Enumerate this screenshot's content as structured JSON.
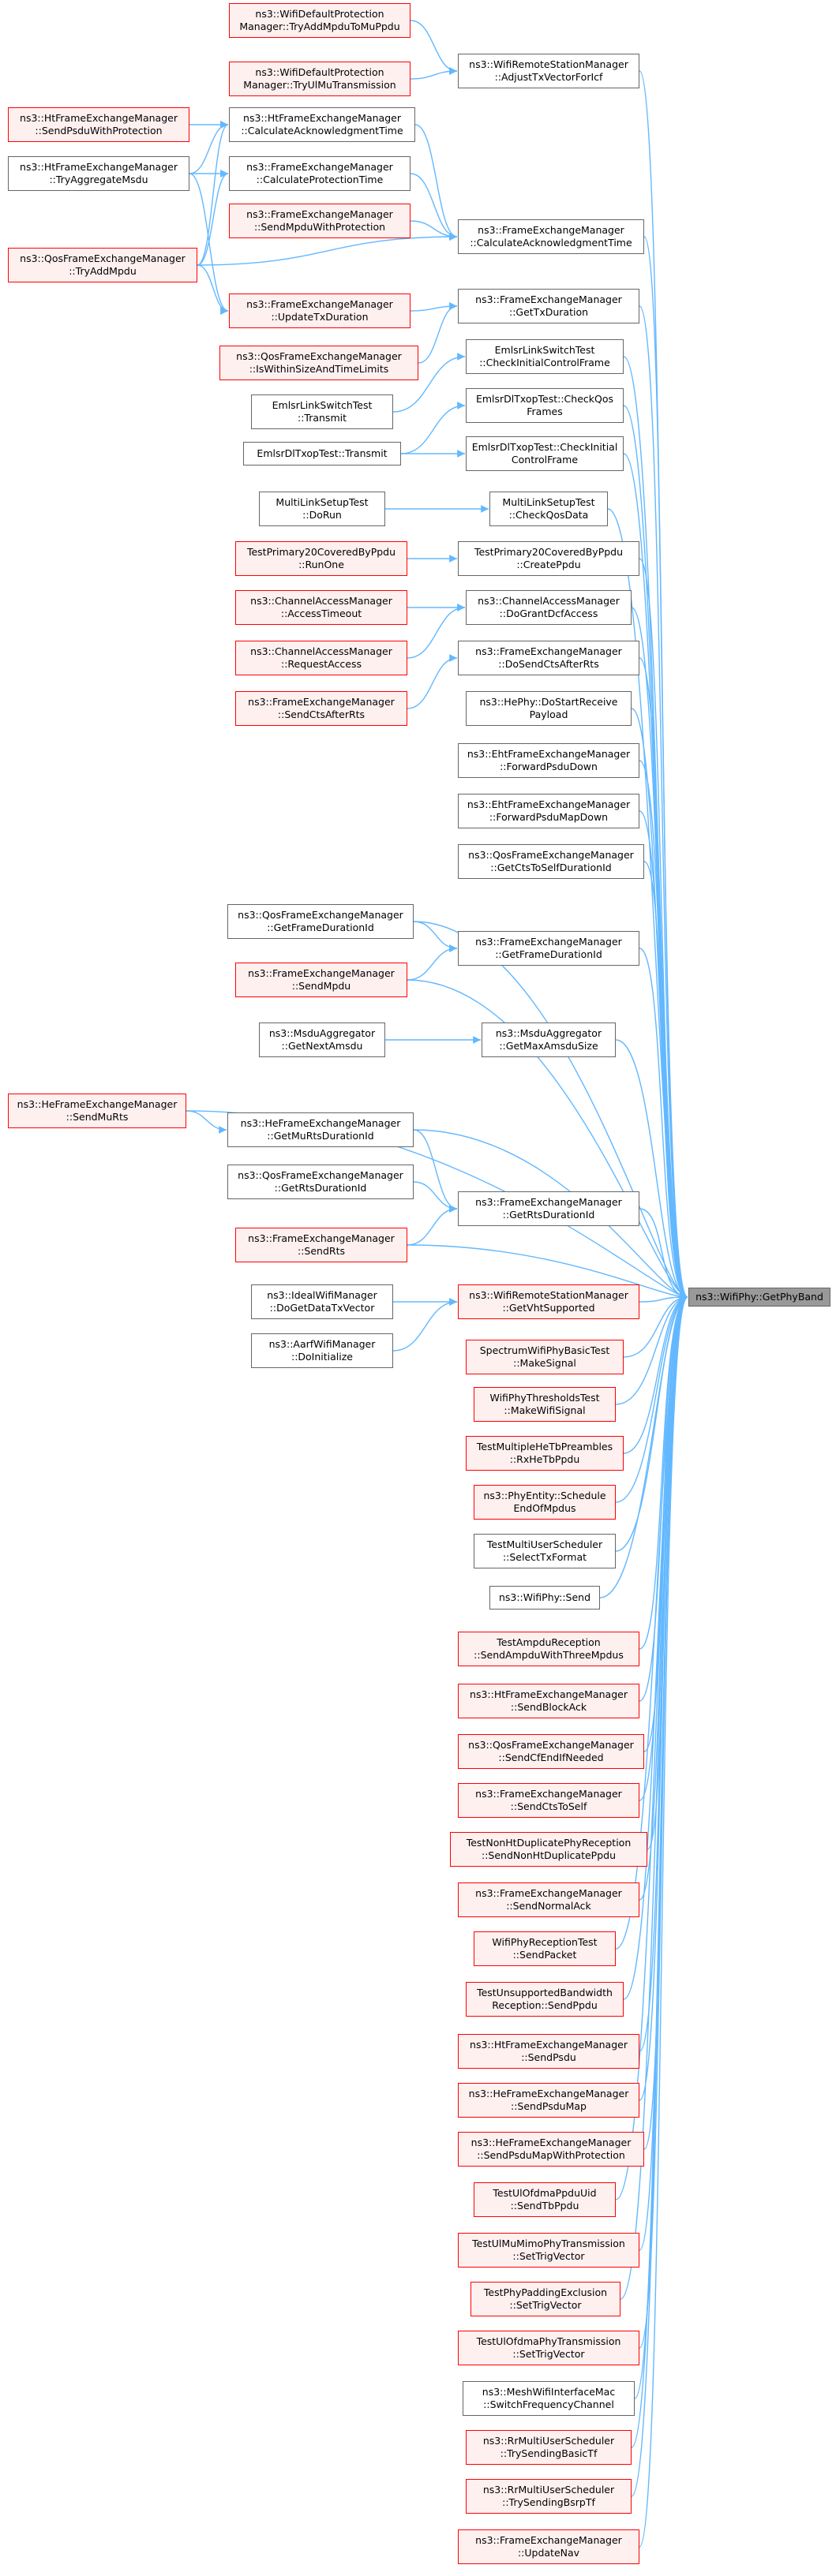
{
  "title": "ns3::WifiPhy::GetPhyBand call graph",
  "colors": {
    "edge": "#63b8ff",
    "node_border": "#666666",
    "node_fill": "#ffffff",
    "focus_fill": "#999999",
    "missing_border": "#ff0000",
    "missing_fill": "#fff0f0"
  },
  "focus": {
    "label": "ns3::WifiPhy::GetPhyBand"
  },
  "nodes": [
    {
      "id": "n1",
      "lines": [
        "ns3::WifiDefaultProtection",
        "Manager::TryAddMpduToMuPpdu"
      ],
      "style": "red"
    },
    {
      "id": "n2",
      "lines": [
        "ns3::WifiRemoteStationManager",
        "::AdjustTxVectorForIcf"
      ],
      "style": "normal"
    },
    {
      "id": "n3",
      "lines": [
        "ns3::WifiDefaultProtection",
        "Manager::TryUlMuTransmission"
      ],
      "style": "red"
    },
    {
      "id": "n4",
      "lines": [
        "ns3::HtFrameExchangeManager",
        "::SendPsduWithProtection"
      ],
      "style": "red"
    },
    {
      "id": "n5",
      "lines": [
        "ns3::HtFrameExchangeManager",
        "::CalculateAcknowledgmentTime"
      ],
      "style": "normal"
    },
    {
      "id": "n6",
      "lines": [
        "ns3::HtFrameExchangeManager",
        "::TryAggregateMsdu"
      ],
      "style": "normal"
    },
    {
      "id": "n7",
      "lines": [
        "ns3::FrameExchangeManager",
        "::CalculateProtectionTime"
      ],
      "style": "normal"
    },
    {
      "id": "n8",
      "lines": [
        "ns3::FrameExchangeManager",
        "::SendMpduWithProtection"
      ],
      "style": "red"
    },
    {
      "id": "n9",
      "lines": [
        "ns3::FrameExchangeManager",
        "::CalculateAcknowledgmentTime"
      ],
      "style": "normal"
    },
    {
      "id": "n10",
      "lines": [
        "ns3::QosFrameExchangeManager",
        "::TryAddMpdu"
      ],
      "style": "red"
    },
    {
      "id": "n11",
      "lines": [
        "ns3::FrameExchangeManager",
        "::GetTxDuration"
      ],
      "style": "normal"
    },
    {
      "id": "n12",
      "lines": [
        "ns3::FrameExchangeManager",
        "::UpdateTxDuration"
      ],
      "style": "red"
    },
    {
      "id": "n13",
      "lines": [
        "EmlsrLinkSwitchTest",
        "::CheckInitialControlFrame"
      ],
      "style": "normal"
    },
    {
      "id": "n14",
      "lines": [
        "ns3::QosFrameExchangeManager",
        "::IsWithinSizeAndTimeLimits"
      ],
      "style": "red"
    },
    {
      "id": "n15",
      "lines": [
        "EmlsrLinkSwitchTest",
        "::Transmit"
      ],
      "style": "normal"
    },
    {
      "id": "n16",
      "lines": [
        "EmlsrDlTxopTest::CheckQos",
        "Frames"
      ],
      "style": "normal"
    },
    {
      "id": "n17",
      "lines": [
        "EmlsrDlTxopTest::Transmit"
      ],
      "style": "normal"
    },
    {
      "id": "n18",
      "lines": [
        "EmlsrDlTxopTest::CheckInitial",
        "ControlFrame"
      ],
      "style": "normal"
    },
    {
      "id": "n19",
      "lines": [
        "MultiLinkSetupTest",
        "::DoRun"
      ],
      "style": "normal"
    },
    {
      "id": "n20",
      "lines": [
        "MultiLinkSetupTest",
        "::CheckQosData"
      ],
      "style": "normal"
    },
    {
      "id": "n21",
      "lines": [
        "TestPrimary20CoveredByPpdu",
        "::RunOne"
      ],
      "style": "red"
    },
    {
      "id": "n22",
      "lines": [
        "TestPrimary20CoveredByPpdu",
        "::CreatePpdu"
      ],
      "style": "normal"
    },
    {
      "id": "n23",
      "lines": [
        "ns3::ChannelAccessManager",
        "::AccessTimeout"
      ],
      "style": "red"
    },
    {
      "id": "n24",
      "lines": [
        "ns3::ChannelAccessManager",
        "::DoGrantDcfAccess"
      ],
      "style": "normal"
    },
    {
      "id": "n25",
      "lines": [
        "ns3::ChannelAccessManager",
        "::RequestAccess"
      ],
      "style": "red"
    },
    {
      "id": "n26",
      "lines": [
        "ns3::FrameExchangeManager",
        "::DoSendCtsAfterRts"
      ],
      "style": "normal"
    },
    {
      "id": "n27",
      "lines": [
        "ns3::FrameExchangeManager",
        "::SendCtsAfterRts"
      ],
      "style": "red"
    },
    {
      "id": "n28",
      "lines": [
        "ns3::HePhy::DoStartReceive",
        "Payload"
      ],
      "style": "normal"
    },
    {
      "id": "n29",
      "lines": [
        "ns3::EhtFrameExchangeManager",
        "::ForwardPsduDown"
      ],
      "style": "normal"
    },
    {
      "id": "n30",
      "lines": [
        "ns3::EhtFrameExchangeManager",
        "::ForwardPsduMapDown"
      ],
      "style": "normal"
    },
    {
      "id": "n31",
      "lines": [
        "ns3::QosFrameExchangeManager",
        "::GetCtsToSelfDurationId"
      ],
      "style": "normal"
    },
    {
      "id": "n32",
      "lines": [
        "ns3::QosFrameExchangeManager",
        "::GetFrameDurationId"
      ],
      "style": "normal"
    },
    {
      "id": "n33",
      "lines": [
        "ns3::FrameExchangeManager",
        "::GetFrameDurationId"
      ],
      "style": "normal"
    },
    {
      "id": "n34",
      "lines": [
        "ns3::FrameExchangeManager",
        "::SendMpdu"
      ],
      "style": "red"
    },
    {
      "id": "n35",
      "lines": [
        "ns3::MsduAggregator",
        "::GetNextAmsdu"
      ],
      "style": "normal"
    },
    {
      "id": "n36",
      "lines": [
        "ns3::MsduAggregator",
        "::GetMaxAmsduSize"
      ],
      "style": "normal"
    },
    {
      "id": "n37",
      "lines": [
        "ns3::HeFrameExchangeManager",
        "::SendMuRts"
      ],
      "style": "red"
    },
    {
      "id": "n38",
      "lines": [
        "ns3::HeFrameExchangeManager",
        "::GetMuRtsDurationId"
      ],
      "style": "normal"
    },
    {
      "id": "n39",
      "lines": [
        "ns3::QosFrameExchangeManager",
        "::GetRtsDurationId"
      ],
      "style": "normal"
    },
    {
      "id": "n40",
      "lines": [
        "ns3::FrameExchangeManager",
        "::GetRtsDurationId"
      ],
      "style": "normal"
    },
    {
      "id": "n41",
      "lines": [
        "ns3::FrameExchangeManager",
        "::SendRts"
      ],
      "style": "red"
    },
    {
      "id": "n42",
      "lines": [
        "ns3::IdealWifiManager",
        "::DoGetDataTxVector"
      ],
      "style": "normal"
    },
    {
      "id": "n43",
      "lines": [
        "ns3::WifiRemoteStationManager",
        "::GetVhtSupported"
      ],
      "style": "red"
    },
    {
      "id": "n44",
      "lines": [
        "ns3::AarfWifiManager",
        "::DoInitialize"
      ],
      "style": "normal"
    },
    {
      "id": "n45",
      "lines": [
        "SpectrumWifiPhyBasicTest",
        "::MakeSignal"
      ],
      "style": "red"
    },
    {
      "id": "n46",
      "lines": [
        "WifiPhyThresholdsTest",
        "::MakeWifiSignal"
      ],
      "style": "red"
    },
    {
      "id": "n47",
      "lines": [
        "TestMultipleHeTbPreambles",
        "::RxHeTbPpdu"
      ],
      "style": "red"
    },
    {
      "id": "n48",
      "lines": [
        "ns3::PhyEntity::Schedule",
        "EndOfMpdus"
      ],
      "style": "red"
    },
    {
      "id": "n49",
      "lines": [
        "TestMultiUserScheduler",
        "::SelectTxFormat"
      ],
      "style": "normal"
    },
    {
      "id": "n50",
      "lines": [
        "ns3::WifiPhy::Send"
      ],
      "style": "normal"
    },
    {
      "id": "n51",
      "lines": [
        "TestAmpduReception",
        "::SendAmpduWithThreeMpdus"
      ],
      "style": "red"
    },
    {
      "id": "n52",
      "lines": [
        "ns3::HtFrameExchangeManager",
        "::SendBlockAck"
      ],
      "style": "red"
    },
    {
      "id": "n53",
      "lines": [
        "ns3::QosFrameExchangeManager",
        "::SendCfEndIfNeeded"
      ],
      "style": "red"
    },
    {
      "id": "n54",
      "lines": [
        "ns3::FrameExchangeManager",
        "::SendCtsToSelf"
      ],
      "style": "red"
    },
    {
      "id": "n55",
      "lines": [
        "TestNonHtDuplicatePhyReception",
        "::SendNonHtDuplicatePpdu"
      ],
      "style": "red"
    },
    {
      "id": "n56",
      "lines": [
        "ns3::FrameExchangeManager",
        "::SendNormalAck"
      ],
      "style": "red"
    },
    {
      "id": "n57",
      "lines": [
        "WifiPhyReceptionTest",
        "::SendPacket"
      ],
      "style": "red"
    },
    {
      "id": "n58",
      "lines": [
        "TestUnsupportedBandwidth",
        "Reception::SendPpdu"
      ],
      "style": "red"
    },
    {
      "id": "n59",
      "lines": [
        "ns3::HtFrameExchangeManager",
        "::SendPsdu"
      ],
      "style": "red"
    },
    {
      "id": "n60",
      "lines": [
        "ns3::HeFrameExchangeManager",
        "::SendPsduMap"
      ],
      "style": "red"
    },
    {
      "id": "n61",
      "lines": [
        "ns3::HeFrameExchangeManager",
        "::SendPsduMapWithProtection"
      ],
      "style": "red"
    },
    {
      "id": "n62",
      "lines": [
        "TestUlOfdmaPpduUid",
        "::SendTbPpdu"
      ],
      "style": "red"
    },
    {
      "id": "n63",
      "lines": [
        "TestUlMuMimoPhyTransmission",
        "::SetTrigVector"
      ],
      "style": "red"
    },
    {
      "id": "n64",
      "lines": [
        "TestPhyPaddingExclusion",
        "::SetTrigVector"
      ],
      "style": "red"
    },
    {
      "id": "n65",
      "lines": [
        "TestUlOfdmaPhyTransmission",
        "::SetTrigVector"
      ],
      "style": "red"
    },
    {
      "id": "n66",
      "lines": [
        "ns3::MeshWifiInterfaceMac",
        "::SwitchFrequencyChannel"
      ],
      "style": "normal"
    },
    {
      "id": "n67",
      "lines": [
        "ns3::RrMultiUserScheduler",
        "::TrySendingBasicTf"
      ],
      "style": "red"
    },
    {
      "id": "n68",
      "lines": [
        "ns3::RrMultiUserScheduler",
        "::TrySendingBsrpTf"
      ],
      "style": "red"
    },
    {
      "id": "n69",
      "lines": [
        "ns3::FrameExchangeManager",
        "::UpdateNav"
      ],
      "style": "red"
    }
  ]
}
